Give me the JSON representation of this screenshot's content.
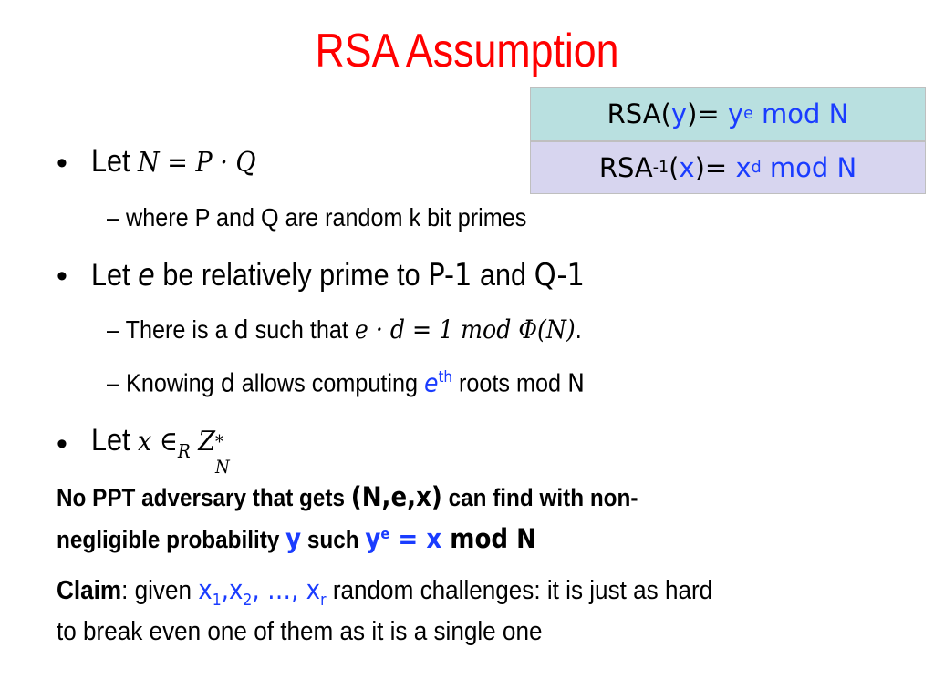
{
  "title": "RSA Assumption",
  "boxes": {
    "rsa_prefix": "RSA(",
    "rsa_var": "y",
    "rsa_eq": ")= ",
    "rsa_base": "y",
    "rsa_exp": "e",
    "rsa_mod": " mod N",
    "inv_prefix": "RSA",
    "inv_exp": "-1",
    "inv_open": "(",
    "inv_var": "x",
    "inv_eq": ")= ",
    "inv_base": "x",
    "inv_pow": "d",
    "inv_mod": " mod N"
  },
  "bullets": {
    "b1_let": "Let ",
    "b1_math": "N = P · Q",
    "b1_sub": "where P and Q are random k bit primes",
    "b2_a": "Let ",
    "b2_e": "e",
    "b2_b": " be relatively prime to ",
    "b2_p": "P-1",
    "b2_and": " and ",
    "b2_q": "Q-1",
    "b2_s1_a": "There is a ",
    "b2_s1_d": "d",
    "b2_s1_b": " such that ",
    "b2_s1_math": "e · d = 1 mod Φ(N)",
    "b2_s1_end": ".",
    "b2_s2_a": "Knowing ",
    "b2_s2_d": "d",
    "b2_s2_b": " allows computing ",
    "b2_s2_e": "e",
    "b2_s2_th": "th",
    "b2_s2_c": " roots mod ",
    "b2_s2_n": "N",
    "b3_let": "Let ",
    "b3_x": "x ∈",
    "b3_r": "R",
    "b3_z": " Z",
    "b3_star": "*",
    "b3_n": "N"
  },
  "statement": {
    "a": "No PPT adversary that gets ",
    "tuple": "(N,e,x)",
    "b": " can find with non-",
    "c": "negligible probability ",
    "y": "y",
    "d": " such ",
    "ye": "y",
    "ye_exp": "e",
    "eqx": " = x",
    "mod": " mod N"
  },
  "claim": {
    "label": "Claim",
    "a": ": given ",
    "x1": "x",
    "s1": "1",
    "c1": ",",
    "x2": "x",
    "s2": "2",
    "c2": ", …, ",
    "xr": "x",
    "sr": "r",
    "b": " random challenges: it is just as hard",
    "line2": "to break even one of them as it is a single one"
  }
}
